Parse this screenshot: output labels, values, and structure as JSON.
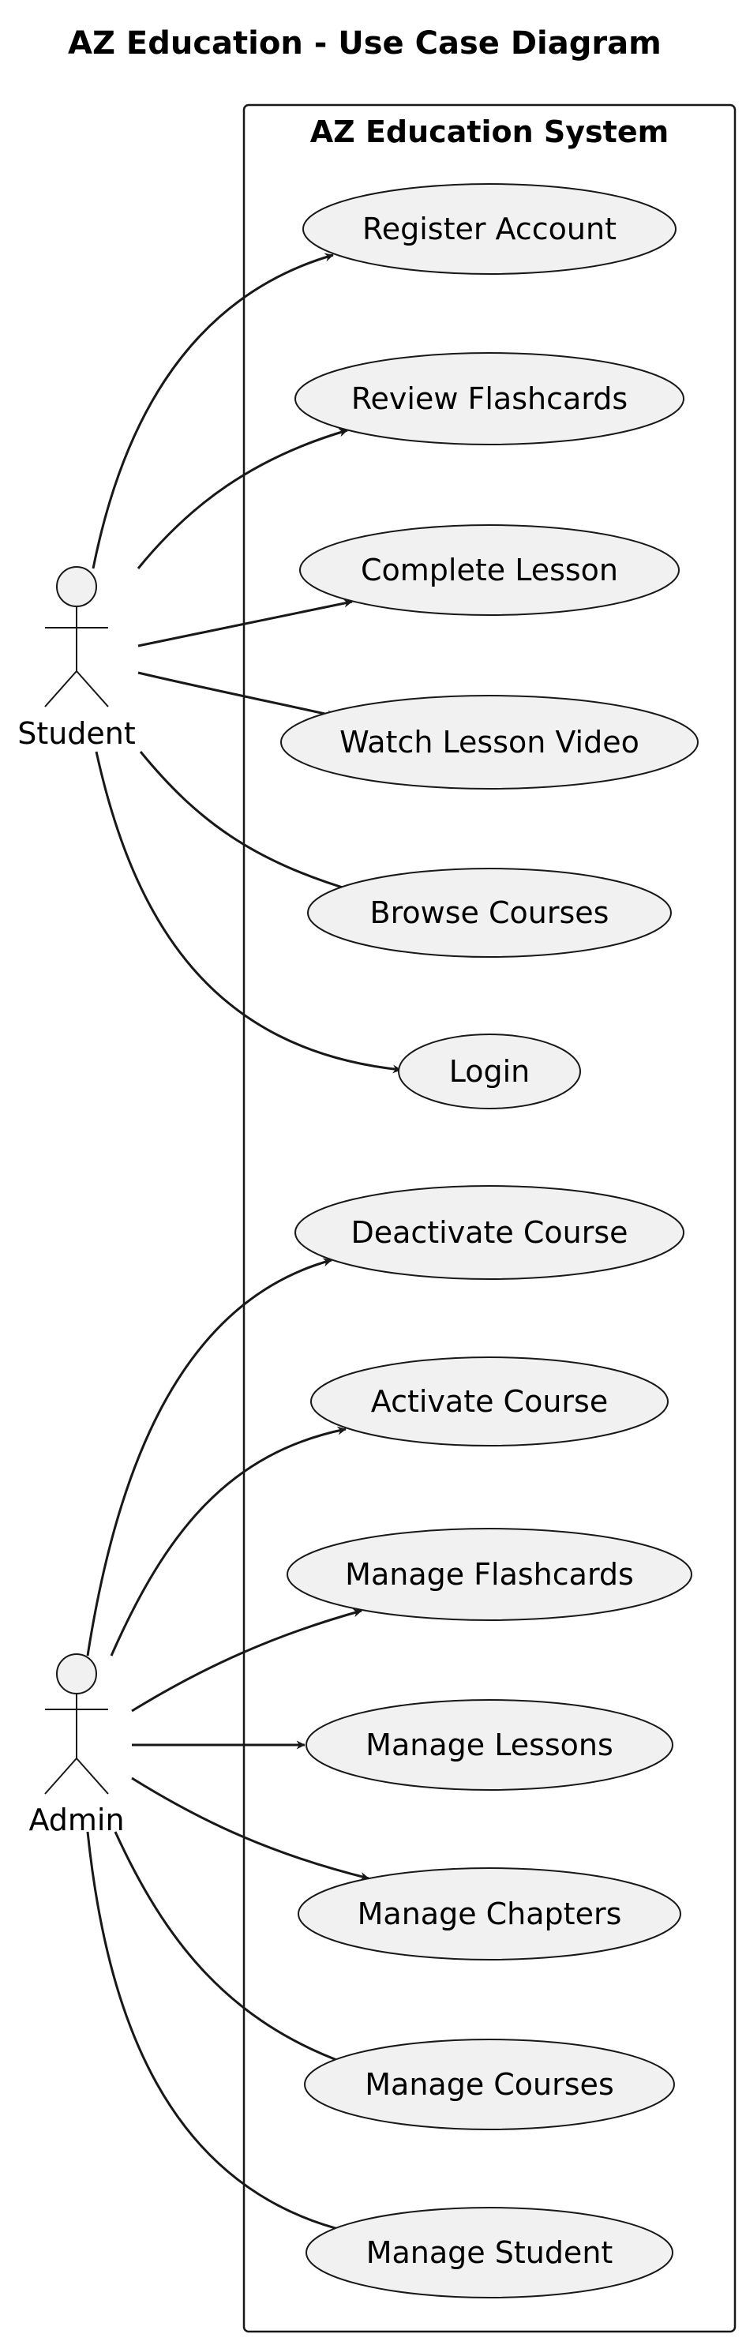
{
  "diagram": {
    "title": "AZ Education - Use Case Diagram",
    "system_name": "AZ Education System",
    "actors": [
      {
        "id": "student",
        "name": "Student"
      },
      {
        "id": "admin",
        "name": "Admin"
      }
    ],
    "use_cases": [
      {
        "id": "register-account",
        "label": "Register Account",
        "actor": "student"
      },
      {
        "id": "review-flashcards",
        "label": "Review Flashcards",
        "actor": "student"
      },
      {
        "id": "complete-lesson",
        "label": "Complete Lesson",
        "actor": "student"
      },
      {
        "id": "watch-lesson-video",
        "label": "Watch Lesson Video",
        "actor": "student"
      },
      {
        "id": "browse-courses",
        "label": "Browse Courses",
        "actor": "student"
      },
      {
        "id": "login",
        "label": "Login",
        "actor": "student"
      },
      {
        "id": "deactivate-course",
        "label": "Deactivate Course",
        "actor": "admin"
      },
      {
        "id": "activate-course",
        "label": "Activate Course",
        "actor": "admin"
      },
      {
        "id": "manage-flashcards",
        "label": "Manage Flashcards",
        "actor": "admin"
      },
      {
        "id": "manage-lessons",
        "label": "Manage Lessons",
        "actor": "admin"
      },
      {
        "id": "manage-chapters",
        "label": "Manage Chapters",
        "actor": "admin"
      },
      {
        "id": "manage-courses",
        "label": "Manage Courses",
        "actor": "admin"
      },
      {
        "id": "manage-student",
        "label": "Manage Student",
        "actor": "admin"
      }
    ]
  }
}
